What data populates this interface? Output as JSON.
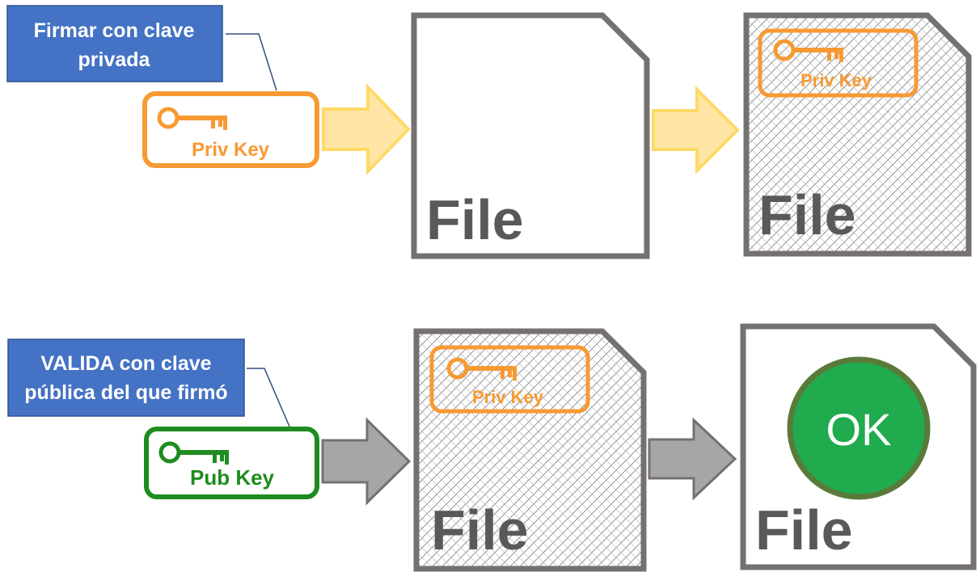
{
  "sign_row": {
    "callout": {
      "line1": "Firmar con clave",
      "line2": "privada"
    },
    "key_label": "Priv Key",
    "plain_file_label": "File",
    "signed_file": {
      "key_label": "Priv Key",
      "file_label": "File"
    }
  },
  "validate_row": {
    "callout": {
      "line1": "VALIDA con clave",
      "line2": "pública del que firmó"
    },
    "key_label": "Pub Key",
    "signed_file": {
      "key_label": "Priv Key",
      "file_label": "File"
    },
    "result": {
      "status": "OK",
      "file_label": "File"
    }
  },
  "colors": {
    "callout_fill": "#4472C4",
    "priv_key": "#F79A33",
    "pub_key": "#1E8C1E",
    "arrow_yellow": "#FFD966",
    "arrow_gray": "#A6A6A6",
    "file_border": "#767171",
    "ok_fill": "#20AB4E",
    "ok_ring": "#5A7A3A"
  }
}
